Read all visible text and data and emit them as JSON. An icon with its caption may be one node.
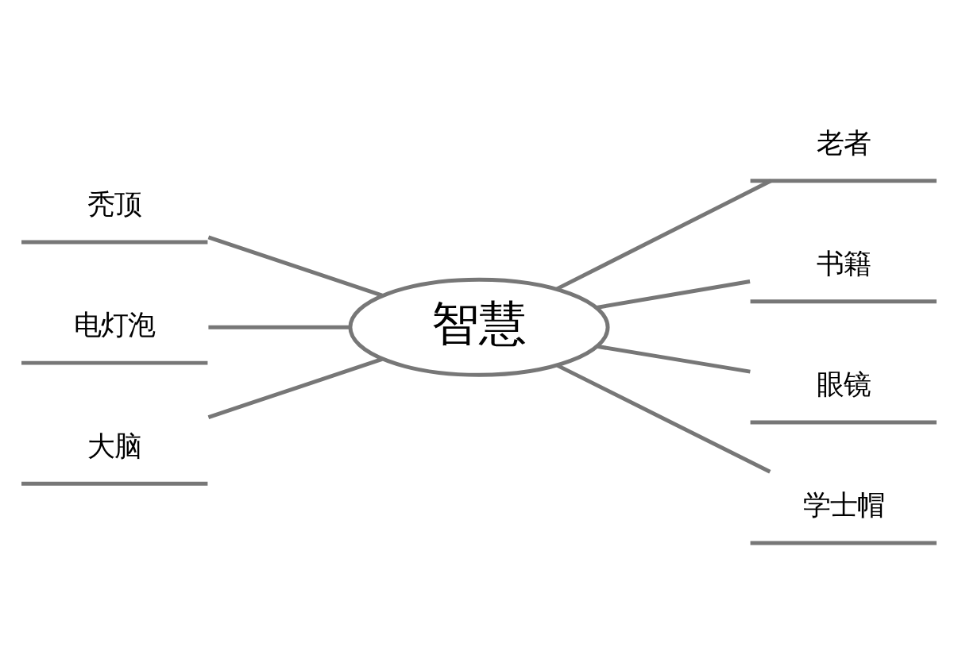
{
  "diagram": {
    "nodes": [
      {
        "text": [
          "智慧"
        ]
      },
      {
        "text": [
          "老者"
        ]
      },
      {
        "text": [
          "书籍"
        ]
      },
      {
        "text": [
          "眼镜"
        ]
      },
      {
        "text": [
          "学士帽"
        ]
      },
      {
        "text": [
          "秃顶"
        ]
      },
      {
        "text": [
          "电灯泡"
        ]
      },
      {
        "text": [
          "大脑"
        ]
      }
    ],
    "edges": [
      {
        "from": 0,
        "to": 1,
        "arrow": "none"
      },
      {
        "from": 0,
        "to": 2,
        "arrow": "none"
      },
      {
        "from": 0,
        "to": 3,
        "arrow": "none"
      },
      {
        "from": 0,
        "to": 4,
        "arrow": "none"
      },
      {
        "from": 5,
        "to": 0,
        "arrow": "none"
      },
      {
        "from": 6,
        "to": 0,
        "arrow": "none"
      },
      {
        "from": 7,
        "to": 0,
        "arrow": "none"
      }
    ]
  }
}
